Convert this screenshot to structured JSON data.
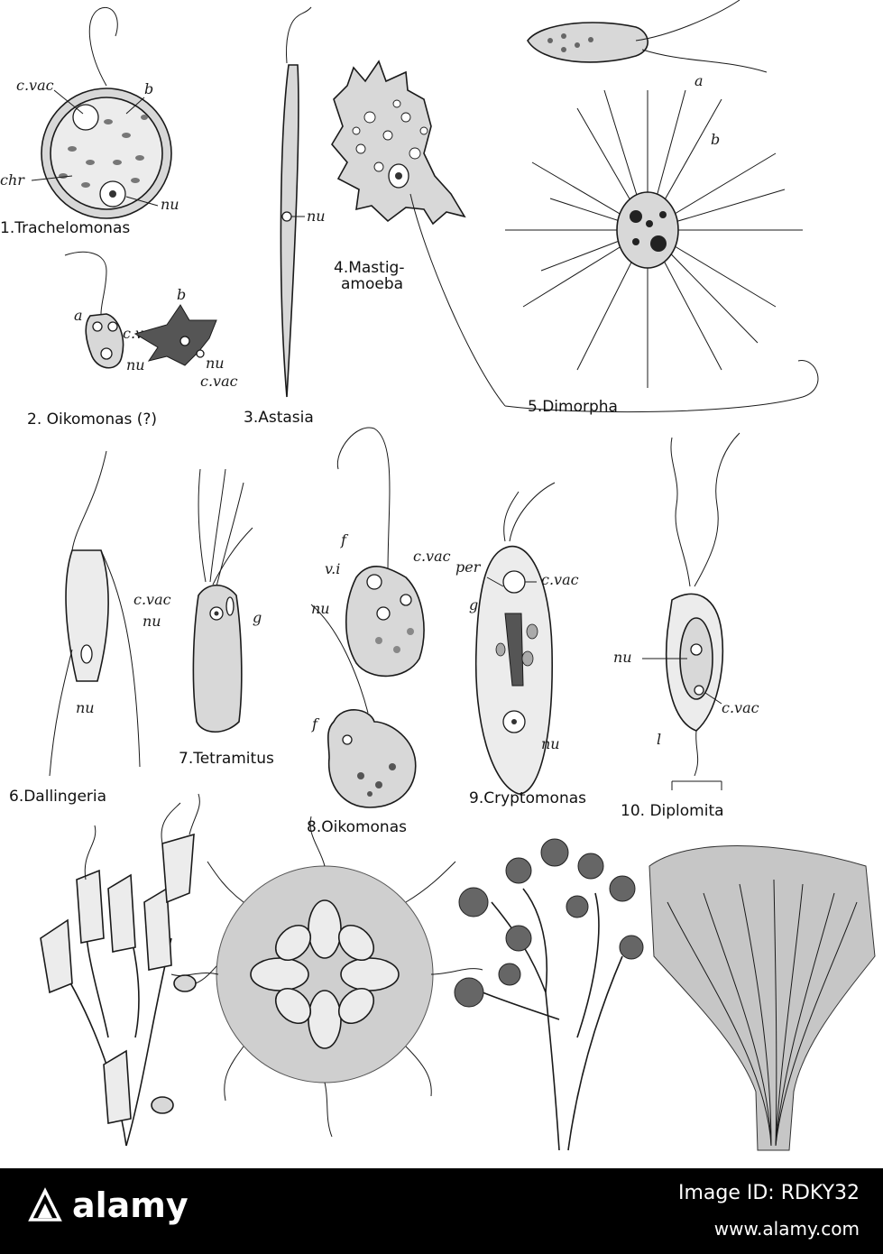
{
  "figures": [
    {
      "number": "1",
      "caption": "1.Trachelomonas"
    },
    {
      "number": "2",
      "caption": "2. Oikomonas (?)"
    },
    {
      "number": "3",
      "caption": "3.Astasia"
    },
    {
      "number": "4",
      "caption_line1": "4.Mastig-",
      "caption_line2": "amoeba"
    },
    {
      "number": "5",
      "caption": "5.Dimorpha"
    },
    {
      "number": "6",
      "caption": "6.Dallingeria"
    },
    {
      "number": "7",
      "caption": "7.Tetramitus"
    },
    {
      "number": "8",
      "caption": "8.Oikomonas"
    },
    {
      "number": "9",
      "caption": "9.Cryptomonas"
    },
    {
      "number": "10",
      "caption": "10. Diplomita"
    }
  ],
  "labels": {
    "c_vac": "c.vac",
    "b": "b",
    "a": "a",
    "chr": "chr",
    "nu": "nu",
    "f": "f",
    "v_i": "v.i",
    "per": "per",
    "g": "g",
    "l": "l"
  },
  "watermark": {
    "brand": "alamy",
    "image_id": "Image ID: RDKY32",
    "url": "www.alamy.com"
  }
}
